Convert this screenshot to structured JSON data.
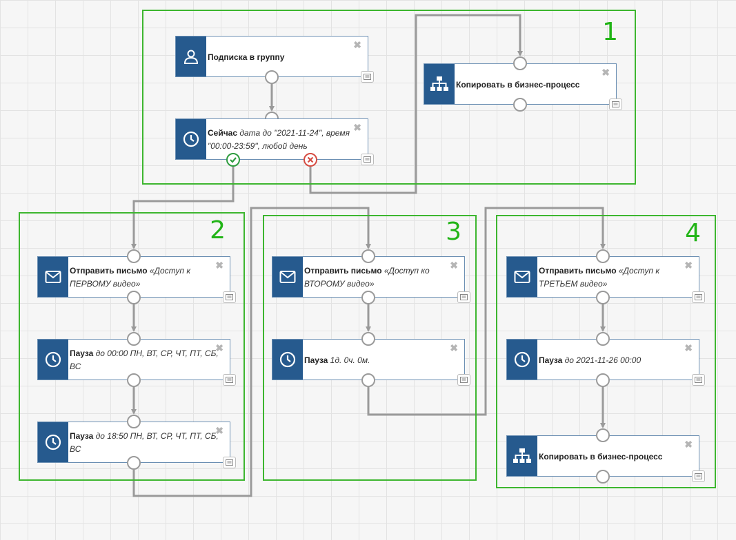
{
  "groups": [
    "1",
    "2",
    "3",
    "4"
  ],
  "blocks": {
    "subscribe": {
      "title": "Подписка в группу",
      "desc": "",
      "icon": "user-icon"
    },
    "now": {
      "title": "Сейчас",
      "desc": "дата до \"2021-11-24\", время \"00:00-23:59\", любой день",
      "icon": "clock-icon"
    },
    "copy1": {
      "title": "Копировать в бизнес-процесс",
      "desc": "",
      "icon": "hierarchy-icon"
    },
    "mail1": {
      "title": "Отправить письмо",
      "desc": "«Доступ к ПЕРВОМУ видео»",
      "icon": "envelope-icon"
    },
    "pause1": {
      "title": "Пауза",
      "desc": "до 00:00 ПН, ВТ, СР, ЧТ, ПТ, СБ, ВС",
      "icon": "clock-icon"
    },
    "pause2": {
      "title": "Пауза",
      "desc": "до 18:50 ПН, ВТ, СР, ЧТ, ПТ, СБ, ВС",
      "icon": "clock-icon"
    },
    "mail2": {
      "title": "Отправить письмо",
      "desc": "«Доступ ко ВТОРОМУ видео»",
      "icon": "envelope-icon"
    },
    "pause3": {
      "title": "Пауза",
      "desc": "1д. 0ч. 0м.",
      "icon": "clock-icon"
    },
    "mail3": {
      "title": "Отправить письмо",
      "desc": "«Доступ к ТРЕТЬЕМ видео»",
      "icon": "envelope-icon"
    },
    "pause4": {
      "title": "Пауза",
      "desc": "до 2021-11-26 00:00",
      "icon": "clock-icon"
    },
    "copy2": {
      "title": "Копировать в бизнес-процесс",
      "desc": "",
      "icon": "hierarchy-icon"
    }
  },
  "close_glyph": "✖",
  "colors": {
    "frame": "#3db62f",
    "icon_bg": "#265a8e",
    "wire": "#9a9a9a",
    "yes": "#2e9d3f",
    "no": "#d64c42"
  }
}
